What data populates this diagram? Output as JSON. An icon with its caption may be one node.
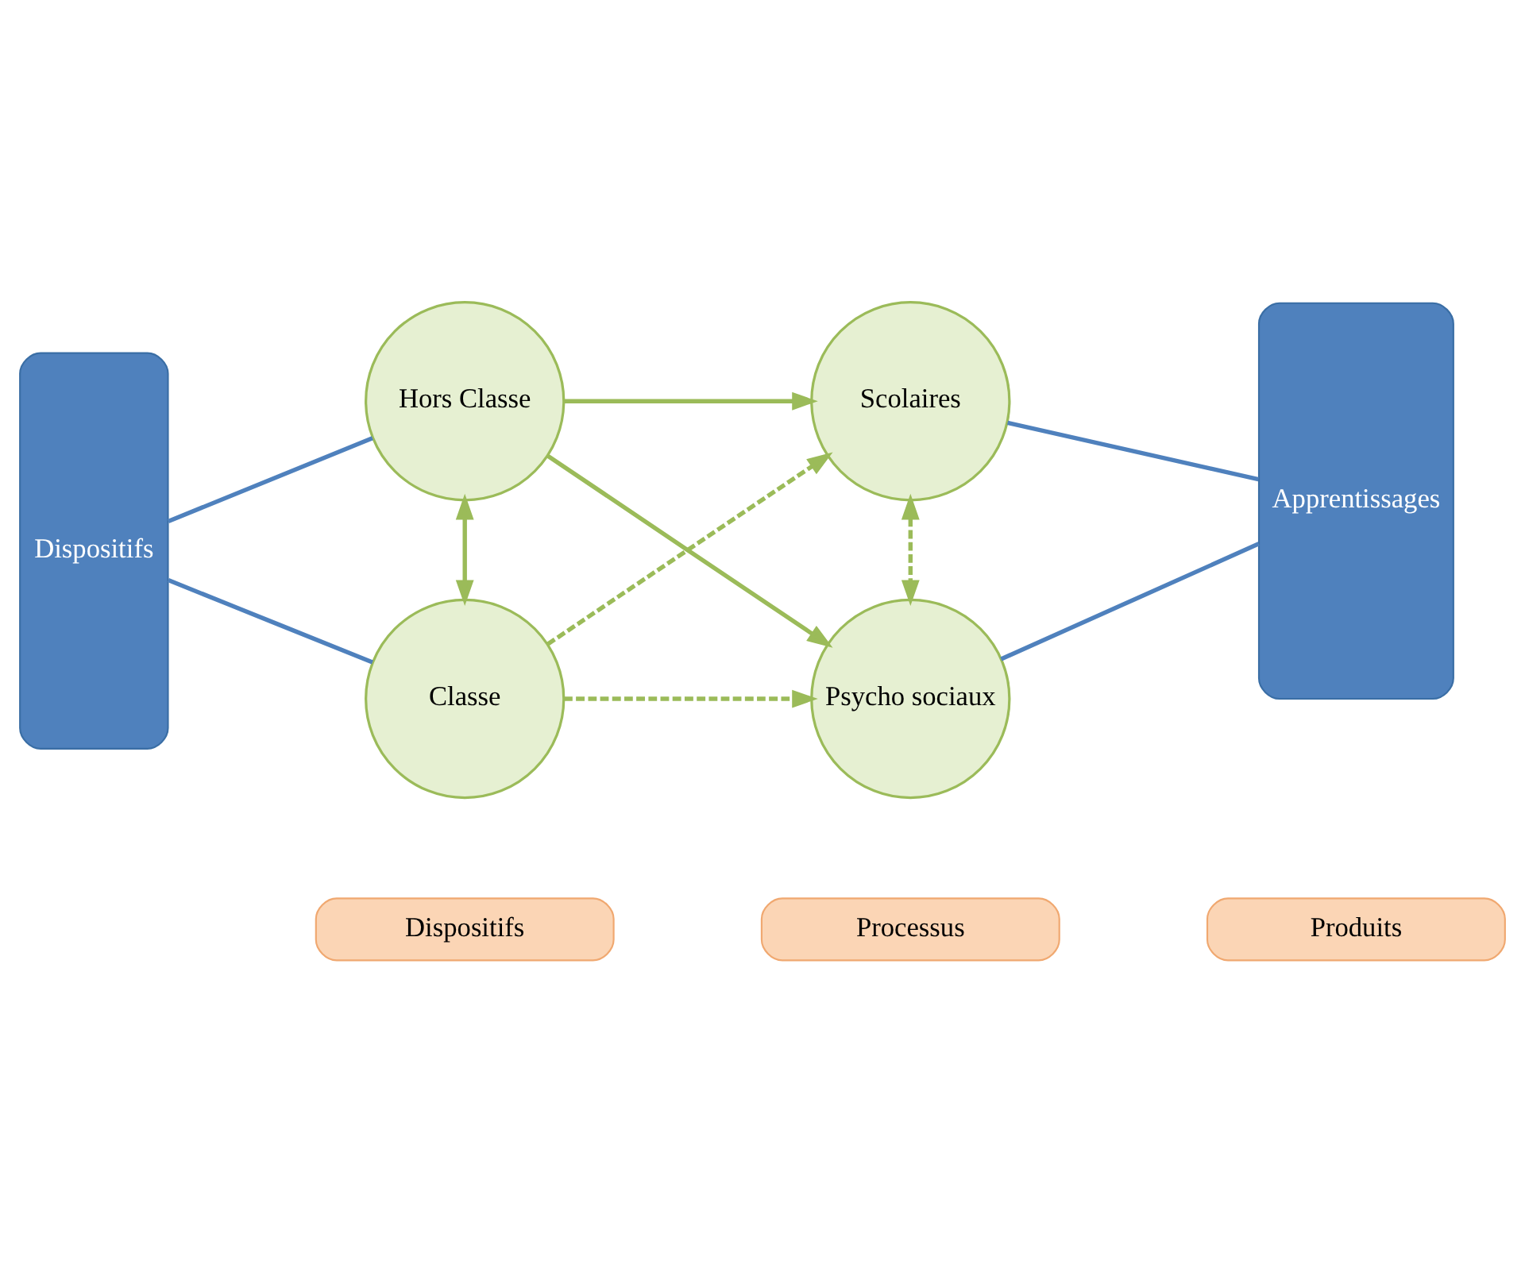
{
  "diagram": {
    "nodes": [
      {
        "text": [
          "Dispositifs"
        ]
      },
      {
        "text": [
          "Classe"
        ]
      },
      {
        "text": [
          "Hors Classe"
        ]
      },
      {
        "text": [
          "Scolaires"
        ]
      },
      {
        "text": [
          "Psycho sociaux"
        ]
      },
      {
        "text": [
          "Apprentissages"
        ]
      },
      {
        "text": [
          "Dispositifs"
        ]
      },
      {
        "text": [
          "Processus"
        ]
      },
      {
        "text": [
          "Produits"
        ]
      }
    ],
    "edges": [
      {
        "from": 0,
        "to": 1,
        "arrow": "none",
        "color": "#4f81bd"
      },
      {
        "from": 0,
        "to": 2,
        "arrow": "none",
        "color": "#4f81bd"
      },
      {
        "from": 1,
        "to": 3,
        "arrow": "to",
        "style": "dashed"
      },
      {
        "from": 1,
        "to": 4,
        "arrow": "to",
        "style": "dashed"
      },
      {
        "from": 1,
        "to": 2,
        "arrow": "both"
      },
      {
        "from": 2,
        "to": 3,
        "arrow": "to"
      },
      {
        "from": 2,
        "to": 4,
        "arrow": "to"
      },
      {
        "from": 3,
        "to": 4,
        "arrow": "both",
        "style": "dashed"
      },
      {
        "from": 3,
        "to": 5,
        "arrow": "none",
        "color": "#4f81bd"
      },
      {
        "from": 4,
        "to": 5,
        "arrow": "none",
        "color": "#4f81bd"
      }
    ]
  }
}
